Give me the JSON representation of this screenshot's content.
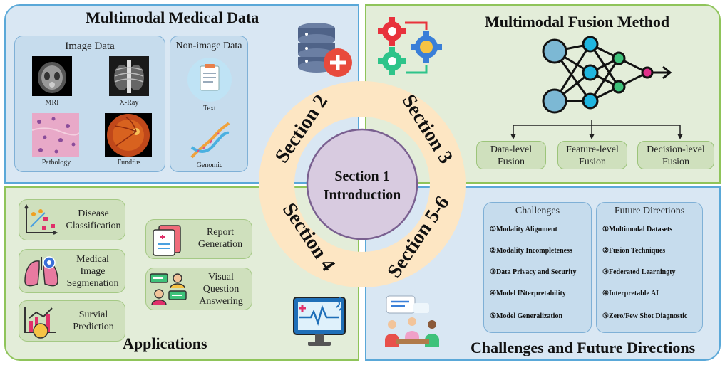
{
  "sections": {
    "top_left": {
      "title": "Multimodal Medical  Data",
      "image_panel": {
        "title": "Image Data",
        "items": [
          {
            "label": "MRI",
            "icon": "mri-brain-image"
          },
          {
            "label": "X-Ray",
            "icon": "chest-xray-image"
          },
          {
            "label": "Pathology",
            "icon": "pathology-slide-image"
          },
          {
            "label": "Fundfus",
            "icon": "fundus-image"
          }
        ]
      },
      "nonimage_panel": {
        "title": "Non-image Data",
        "items": [
          {
            "label": "Text",
            "icon": "clipboard-document-icon"
          },
          {
            "label": "Genomic",
            "icon": "dna-helix-icon"
          }
        ]
      },
      "icon": "database-plus-icon"
    },
    "top_right": {
      "title": "Multimodal Fusion  Method",
      "icons": [
        "gears-exchange-icon",
        "neural-network-icon"
      ],
      "boxes": [
        {
          "line1": "Data-level",
          "line2": "Fusion"
        },
        {
          "line1": "Feature-level",
          "line2": "Fusion"
        },
        {
          "line1": "Decision-level",
          "line2": "Fusion"
        }
      ]
    },
    "bottom_left": {
      "title": "Applications",
      "items": [
        {
          "label": "Disease\nClassification",
          "line1": "Disease",
          "line2": "Classification",
          "icon": "scatter-plot-icon"
        },
        {
          "line1": "Medical",
          "line2": "Image",
          "line3": "Segmenation",
          "icon": "lungs-icon"
        },
        {
          "line1": "Survial",
          "line2": "Prediction",
          "icon": "ai-chart-icon"
        },
        {
          "line1": "Report",
          "line2": "Generation",
          "icon": "report-icon"
        },
        {
          "line1": "Visual",
          "line2": "Question",
          "line3": "Answering",
          "icon": "chat-doctor-icon"
        }
      ],
      "icon": "heart-monitor-icon"
    },
    "bottom_right": {
      "title": "Challenges and Future Directions",
      "challenges": {
        "title": "Challenges",
        "items": [
          "①Modality Alignment",
          "②Modality Incompleteness",
          "③Data Privacy and Security",
          "④Model INterpretability",
          "⑤Model Generalization"
        ]
      },
      "future": {
        "title": "Future Directions",
        "items": [
          "①Multimodal Datasets",
          "②Fusion Techniques",
          "③Federated Learningty",
          "④Interpretable AI",
          "⑤Zero/Few Shot Diagnostic"
        ]
      },
      "icon": "team-meeting-icon"
    }
  },
  "center": {
    "line1": "Section 1",
    "line2": "Introduction",
    "ring_labels": [
      "Section 2",
      "Section 3",
      "Section 4",
      "Section 5-6"
    ]
  },
  "colors": {
    "blue_bg": "#d9e7f3",
    "green_bg": "#e3edd9",
    "ring": "#fde6c3",
    "center": "#d8cbe0"
  }
}
